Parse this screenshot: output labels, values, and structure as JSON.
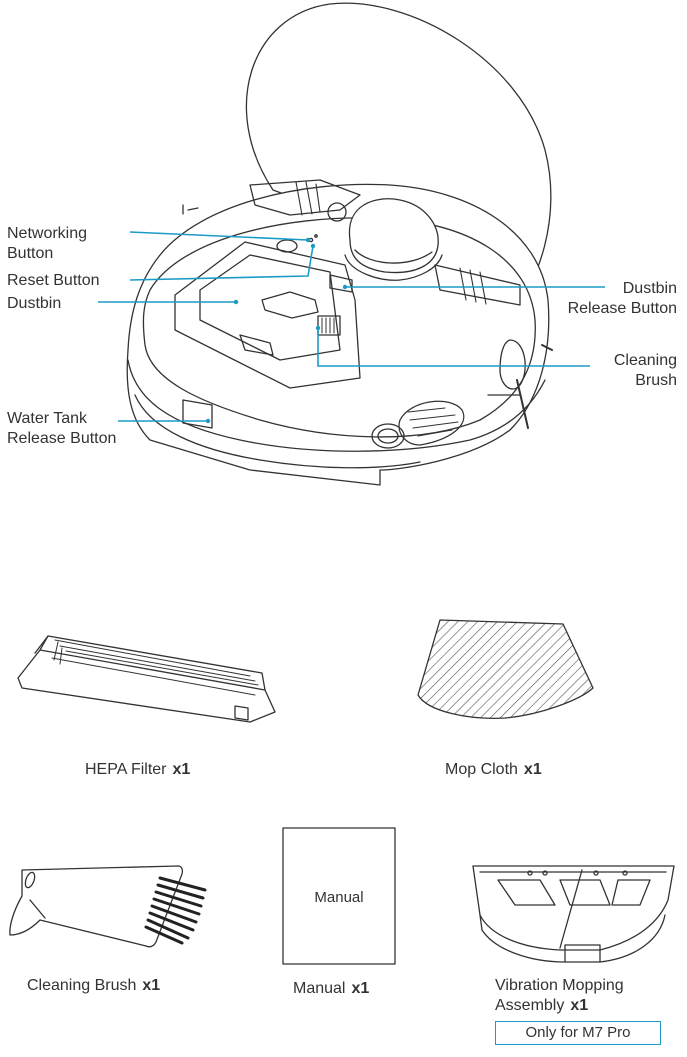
{
  "callouts": {
    "networking_button": [
      "Networking",
      "Button"
    ],
    "reset_button": "Reset Button",
    "dustbin": "Dustbin",
    "dustbin_release_button": [
      "Dustbin",
      "Release Button"
    ],
    "cleaning_brush": [
      "Cleaning",
      "Brush"
    ],
    "water_tank_release_button": [
      "Water Tank",
      "Release Button"
    ]
  },
  "accessories": {
    "hepa_filter": {
      "name": "HEPA Filter",
      "qty": "x1"
    },
    "mop_cloth": {
      "name": "Mop Cloth",
      "qty": "x1"
    },
    "cleaning_brush": {
      "name": "Cleaning Brush",
      "qty": "x1"
    },
    "manual": {
      "name": "Manual",
      "qty": "x1",
      "cover_text": "Manual"
    },
    "vibration_mopping_assembly": {
      "name_line1": "Vibration Mopping",
      "name_line2": "Assembly",
      "qty": "x1",
      "note": "Only for M7 Pro"
    }
  },
  "colors": {
    "line": "#333333",
    "accent": "#1a9bc7",
    "hatch": "#555555"
  }
}
